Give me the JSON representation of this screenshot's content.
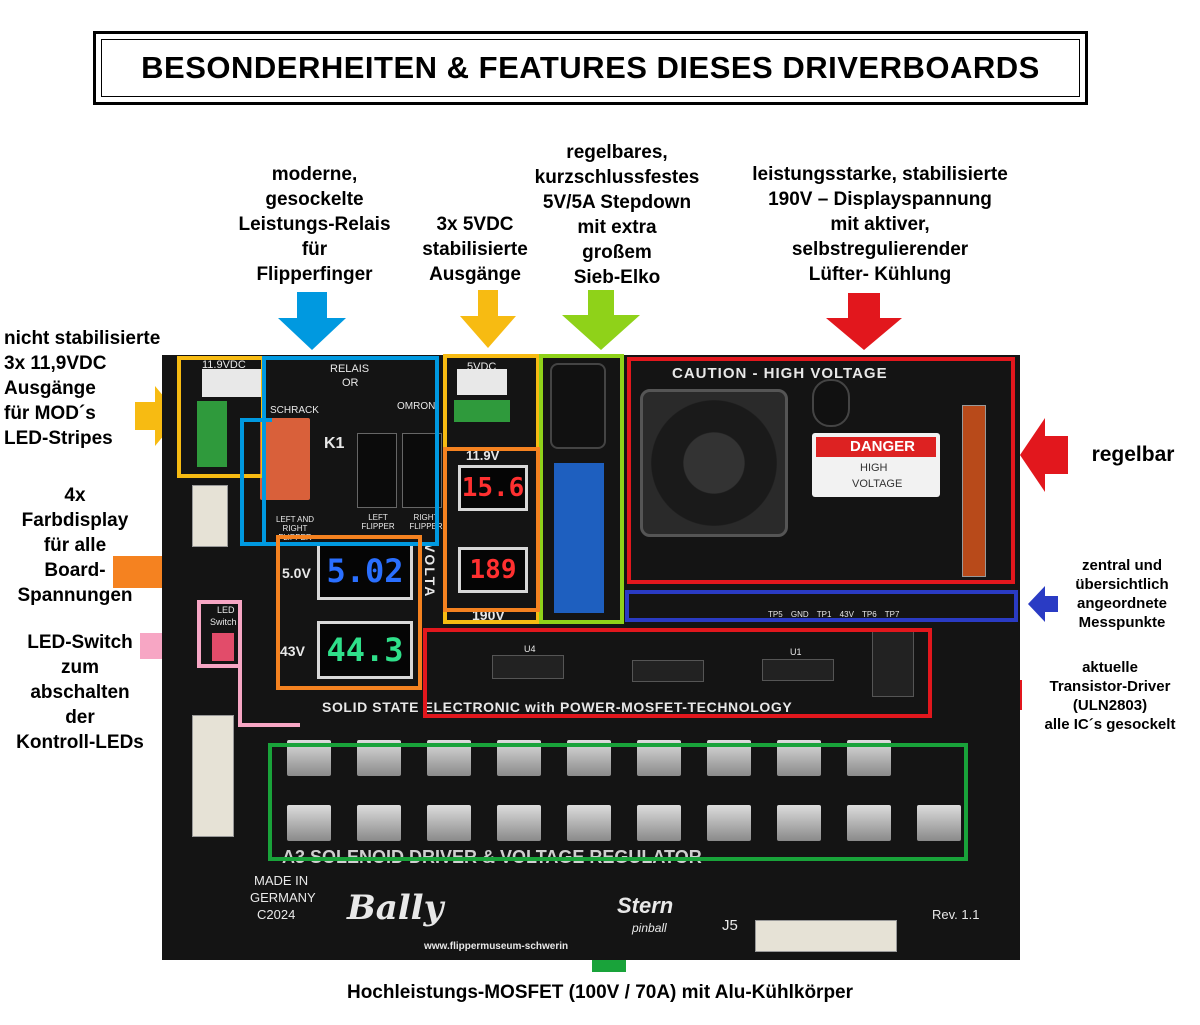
{
  "title": "BESONDERHEITEN & FEATURES DIESES DRIVERBOARDS",
  "labels": {
    "relais": [
      "moderne,",
      "gesockelte",
      "Leistungs-Relais",
      "für",
      "Flipperfinger"
    ],
    "outputs5v": [
      "3x 5VDC",
      "stabilisierte",
      "Ausgänge"
    ],
    "stepdown": [
      "regelbares,",
      "kurzschlussfestes",
      "5V/5A Stepdown",
      "mit extra",
      "großem",
      "Sieb-Elko"
    ],
    "highvoltage": [
      "leistungsstarke, stabilisierte",
      "190V – Displayspannung",
      "mit aktiver,",
      "selbstregulierender",
      "Lüfter- Kühlung"
    ],
    "unstabilized": [
      "nicht stabilisierte",
      "3x 11,9VDC",
      "Ausgänge",
      "für  MOD´s",
      "LED-Stripes"
    ],
    "regelbar": "regelbar",
    "colordisplay": [
      "4x",
      "Farbdisplay",
      "für alle",
      "Board-",
      "Spannungen"
    ],
    "testpoints": [
      "zentral und",
      "übersichtlich",
      "angeordnete",
      "Messpunkte"
    ],
    "ledswitch": [
      "LED-Switch",
      "zum",
      "abschalten",
      "der",
      "Kontroll-LEDs"
    ],
    "transistor": [
      "aktuelle",
      "Transistor-Driver",
      "(ULN2803)",
      "alle IC´s gesockelt"
    ],
    "mosfet": "Hochleistungs-MOSFET (100V / 70A) mit Alu-Kühlkörper"
  },
  "board": {
    "displays": {
      "v5": "5.02",
      "v43": "44.3",
      "v119": "15.6",
      "v190": "189"
    },
    "volt_labels": {
      "v5": "5.0V",
      "v43": "43V",
      "v119": "11.9V",
      "v190": "190V",
      "volta": "VOLTA"
    },
    "silk": {
      "v119top": "11.9VDC",
      "v5top": "5VDC",
      "relais": "RELAIS",
      "or": "OR",
      "schrack": "SCHRACK",
      "k1": "K1",
      "omron": "OMRON",
      "left_right": "LEFT AND RIGHT FLIPPER",
      "left": "LEFT FLIPPER",
      "right": "RIGHT FLIPPER",
      "caution": "CAUTION - HIGH VOLTAGE",
      "danger": "DANGER",
      "high": "HIGH",
      "voltage": "VOLTAGE",
      "solid": "SOLID STATE ELECTRONIC with POWER-MOSFET-TECHNOLOGY",
      "a3": "A3  SOLENOID DRIVER & VOLTAGE REGULATOR",
      "made": "MADE IN",
      "germany": "GERMANY",
      "year": "C2024",
      "bally": "Bally",
      "stern": "Stern",
      "pinball": "pinball",
      "url": "www.flippermuseum-schwerin",
      "j5": "J5",
      "rev": "Rev. 1.1",
      "led": "LED",
      "switch": "Switch",
      "u4": "U4",
      "u1": "U1",
      "gnd": "GND",
      "tps": [
        "TP5",
        "GND",
        "TP1",
        "43V",
        "TP6",
        "TP7"
      ]
    }
  },
  "colors": {
    "blue": "#0099e0",
    "yellow": "#f7bb12",
    "green": "#8fd219",
    "red": "#e2171d",
    "orange": "#f58220",
    "pink": "#f7a6c4",
    "navy": "#2a3bc4",
    "dgreen": "#19a33a",
    "disp_blue": "#2a6fff",
    "disp_green": "#2fe08a",
    "disp_red": "#ff3030"
  }
}
